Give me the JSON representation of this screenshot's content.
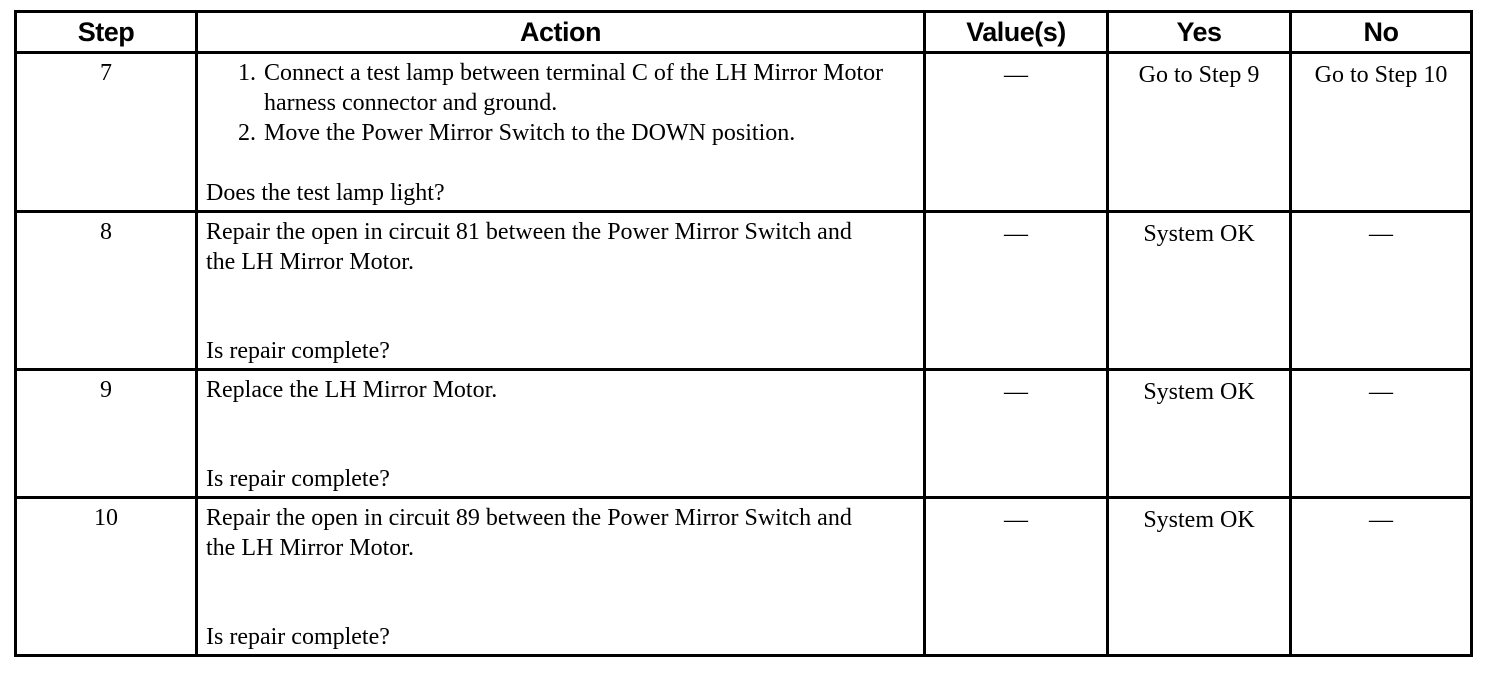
{
  "table": {
    "headers": {
      "step": "Step",
      "action": "Action",
      "values": "Value(s)",
      "yes": "Yes",
      "no": "No"
    },
    "rows": [
      {
        "step": "7",
        "action_items": [
          "Connect a test lamp between terminal C of the LH Mirror Motor harness connector and ground.",
          "Move the Power Mirror Switch to the DOWN position."
        ],
        "question": "Does the test lamp light?",
        "values": "—",
        "yes": "Go to Step 9",
        "no": "Go to Step 10"
      },
      {
        "step": "8",
        "action_text": "Repair the open in circuit 81 between the Power Mirror Switch and the LH Mirror Motor.",
        "question": "Is repair complete?",
        "values": "—",
        "yes": "System OK",
        "no": "—"
      },
      {
        "step": "9",
        "action_text": "Replace the LH Mirror Motor.",
        "question": "Is repair complete?",
        "values": "—",
        "yes": "System OK",
        "no": "—"
      },
      {
        "step": "10",
        "action_text": "Repair the open in circuit 89 between the Power Mirror Switch and the LH Mirror Motor.",
        "question": "Is repair complete?",
        "values": "—",
        "yes": "System OK",
        "no": "—"
      }
    ]
  }
}
